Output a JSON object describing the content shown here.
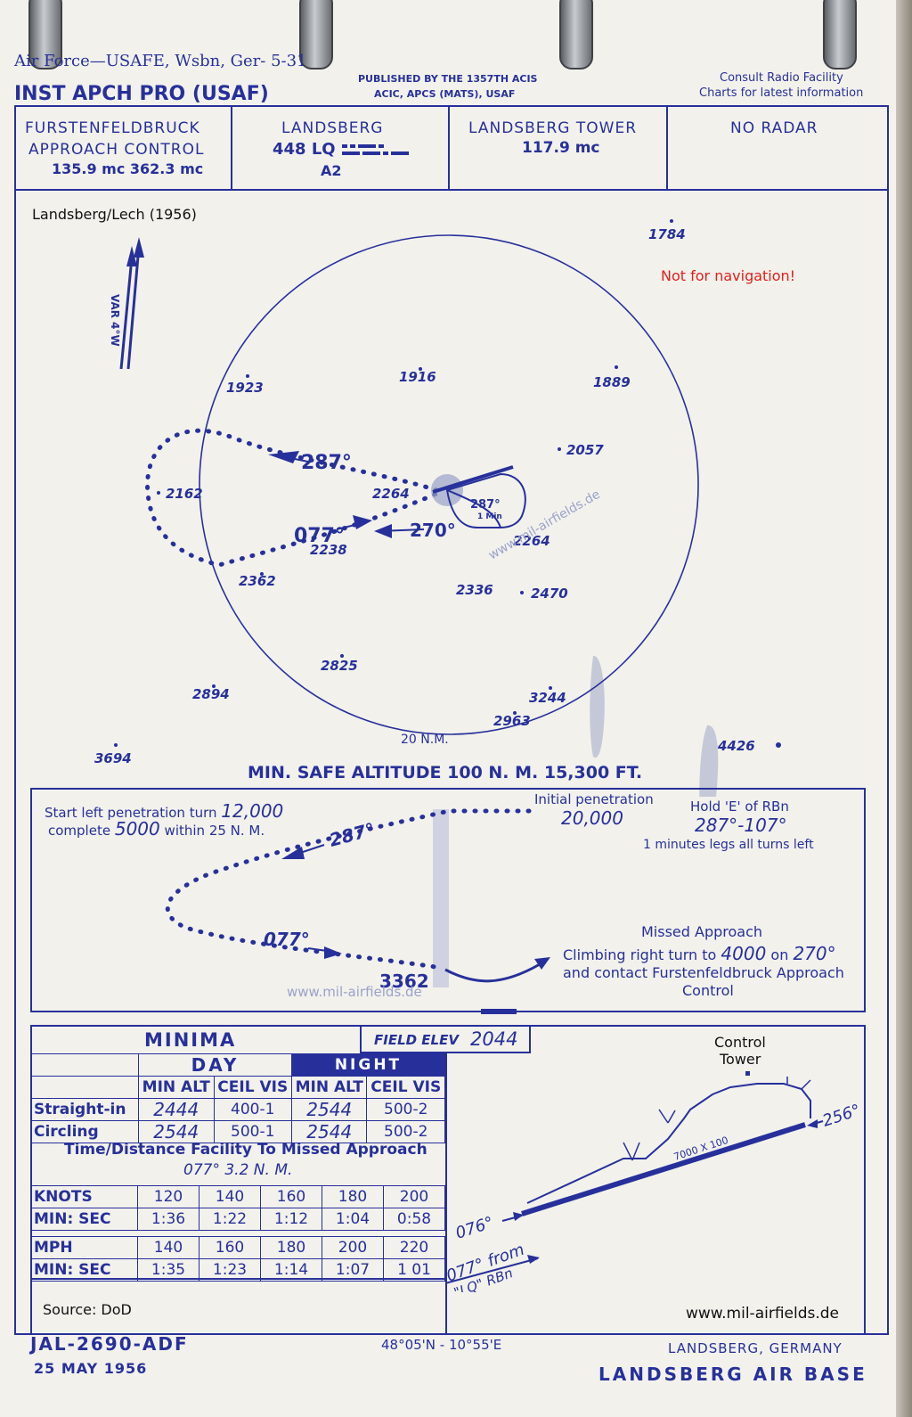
{
  "header": {
    "publisher_line": "Air Force—USAFE, Wsbn, Ger- 5-31",
    "title": "INST APCH PRO (USAF)",
    "published_by": "PUBLISHED BY THE 1357TH ACIS",
    "published_by_2": "ACIC, APCS (MATS), USAF",
    "consult_1": "Consult Radio Facility",
    "consult_2": "Charts for latest information"
  },
  "freq_boxes": [
    {
      "line1": "FURSTENFELDBRUCK",
      "line2": "APPROACH CONTROL",
      "line3": "135.9 mc   362.3 mc"
    },
    {
      "line1": "LANDSBERG",
      "line2": "448 LQ",
      "line3": "A2"
    },
    {
      "line1": "LANDSBERG TOWER",
      "line2": "117.9 mc"
    },
    {
      "line1": "NO RADAR"
    }
  ],
  "plan_view": {
    "label": "Landsberg/Lech  (1956)",
    "warning": "Not for navigation!",
    "var": "VAR 4°W",
    "radius_label": "20 N.M.",
    "msa": "MIN. SAFE ALTITUDE 100 N. M. 15,300 FT.",
    "watermark": "www.mil-airfields.de",
    "headings": {
      "outbound": "287°",
      "inbound": "077°",
      "hold_in": "270°",
      "hold_out": "287°",
      "hold_leg": "1 Min"
    },
    "elevations": [
      "1784",
      "1923",
      "1916",
      "1889",
      "2057",
      "2162",
      "2264",
      "2238",
      "2264",
      "2362",
      "2336",
      "2470",
      "2825",
      "2894",
      "3244",
      "2963",
      "3694",
      "4426"
    ]
  },
  "profile": {
    "start_text_1": "Start left penetration turn",
    "start_alt_1": "12,000",
    "start_text_2": "complete",
    "start_alt_2": "5000",
    "start_text_3": "within 25 N. M.",
    "initial_label": "Initial penetration",
    "initial_alt": "20,000",
    "hold_1": "Hold 'E' of RBn",
    "hold_2": "287°-107°",
    "hold_3": "1 minutes legs  all turns left",
    "hdg_out": "287°",
    "hdg_in": "077°",
    "fix_alt": "3362",
    "missed_title": "Missed Approach",
    "missed_1a": "Climbing right turn to",
    "missed_1b": "4000",
    "missed_1c": "on",
    "missed_1d": "270°",
    "missed_2": "and contact  Furstenfeldbruck  Approach",
    "missed_3": "Control",
    "watermark": "www.mil-airfields.de"
  },
  "minima": {
    "title": "MINIMA",
    "field_elev_label": "FIELD ELEV",
    "field_elev": "2044",
    "day": "DAY",
    "night": "NIGHT",
    "cols": [
      "MIN ALT",
      "CEIL VIS",
      "MIN ALT",
      "CEIL VIS"
    ],
    "rows": [
      {
        "label": "Straight-in",
        "day_alt": "2444",
        "day_cv": "400-1",
        "night_alt": "2544",
        "night_cv": "500-2"
      },
      {
        "label": "Circling",
        "day_alt": "2544",
        "day_cv": "500-1",
        "night_alt": "2544",
        "night_cv": "500-2"
      }
    ],
    "td_title": "Time/Distance Facility To Missed Approach",
    "td_value": "077°   3.2 N. M.",
    "knots_label": "KNOTS",
    "knots": [
      "120",
      "140",
      "160",
      "180",
      "200"
    ],
    "min_sec_label": "MIN:   SEC",
    "knots_time": [
      "1:36",
      "1:22",
      "1:12",
      "1:04",
      "0:58"
    ],
    "mph_label": "MPH",
    "mph": [
      "140",
      "160",
      "180",
      "200",
      "220"
    ],
    "mph_time": [
      "1:35",
      "1:23",
      "1:14",
      "1:07",
      "1 01"
    ],
    "source": "Source: DoD"
  },
  "airport": {
    "tower_1": "Control",
    "tower_2": "Tower",
    "runway": "7000 X 100",
    "hdg_256": "256°",
    "hdg_076": "076°",
    "hdg_077": "077° from",
    "rbn": "\"LQ\" RBn",
    "website": "www.mil-airfields.de"
  },
  "footer": {
    "chart_id": "JAL-2690-ADF",
    "date": "25  MAY 1956",
    "coords": "48°05'N - 10°55'E",
    "location": "LANDSBERG, GERMANY",
    "base": "LANDSBERG AIR BASE"
  },
  "colors": {
    "ink": "#27309a",
    "paper": "#f2f1ec",
    "warning": "#e0201c"
  }
}
